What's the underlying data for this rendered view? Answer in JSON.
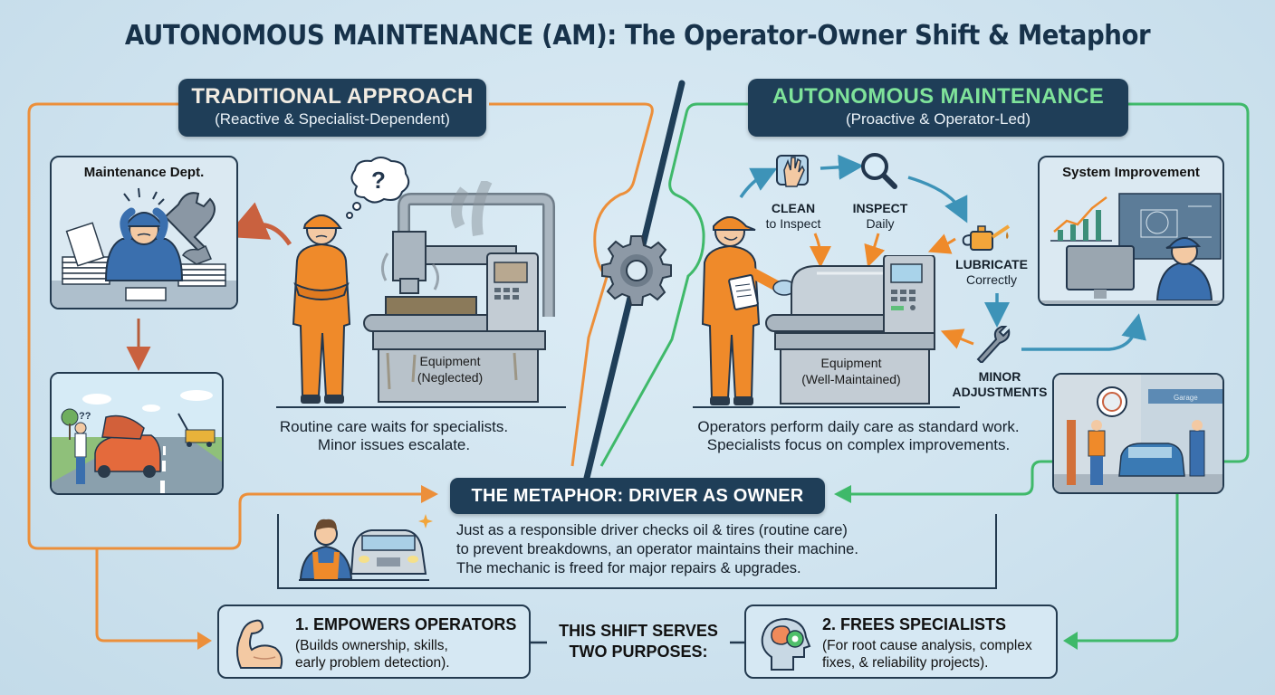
{
  "title": "AUTONOMOUS MAINTENANCE (AM): The Operator-Owner Shift & Metaphor",
  "traditional": {
    "header": "TRADITIONAL APPROACH",
    "subheader": "(Reactive & Specialist-Dependent)",
    "maintenance_panel_title": "Maintenance Dept.",
    "roadside_panel_icon": "car-breakdown-scene",
    "thought_bubble": "?",
    "roadside_question": "??",
    "equipment_label": "Equipment",
    "equipment_state": "(Neglected)",
    "caption_line1": "Routine care waits for specialists.",
    "caption_line2": "Minor issues escalate."
  },
  "autonomous": {
    "header": "AUTONOMOUS MAINTENANCE",
    "subheader": "(Proactive & Operator-Led)",
    "steps": [
      {
        "title": "CLEAN",
        "sub": "to Inspect",
        "icon": "cloth-hand-icon"
      },
      {
        "title": "INSPECT",
        "sub": "Daily",
        "icon": "magnifier-icon"
      },
      {
        "title": "LUBRICATE",
        "sub": "Correctly",
        "icon": "oil-can-icon"
      },
      {
        "title": "MINOR",
        "sub": "ADJUSTMENTS",
        "icon": "wrench-icon"
      }
    ],
    "equipment_label": "Equipment",
    "equipment_state": "(Well-Maintained)",
    "system_panel_title": "System Improvement",
    "garage_sign": "Garage",
    "caption_line1": "Operators perform daily care as standard work.",
    "caption_line2": "Specialists focus on complex improvements."
  },
  "metaphor": {
    "title": "THE METAPHOR: DRIVER AS OWNER",
    "line1": "Just as a responsible driver checks oil & tires (routine care)",
    "line2": "to prevent breakdowns, an operator maintains their machine.",
    "line3": "The mechanic is freed for major repairs & upgrades."
  },
  "purposes": {
    "center_line1": "THIS SHIFT SERVES",
    "center_line2": "TWO PURPOSES:",
    "items": [
      {
        "title": "1. EMPOWERS OPERATORS",
        "line1": "(Builds ownership, skills,",
        "line2": "early problem detection).",
        "icon": "flexed-arm-icon"
      },
      {
        "title": "2. FREES SPECIALISTS",
        "line1": "(For root cause analysis, complex",
        "line2": "fixes, & reliability projects).",
        "icon": "brain-gear-icon"
      }
    ]
  },
  "colors": {
    "navy": "#1f3e58",
    "traditional_orange": "#ec8f3a",
    "autonomous_green": "#3fb96a",
    "step_arrow_blue": "#3d93b8",
    "worker_orange": "#ef8a2a",
    "specialist_blue": "#3a6fae",
    "background": "#d3e6f0"
  }
}
